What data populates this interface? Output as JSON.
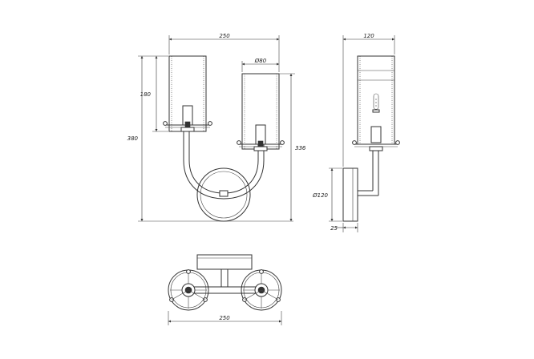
{
  "drawing": {
    "front_view": {
      "width_label": "250",
      "shade_dia_label": "Ø80",
      "shade_height_label": "180",
      "total_height_label": "380",
      "right_height_label": "336"
    },
    "side_view": {
      "depth_label": "120",
      "base_dia_label": "Ø120",
      "base_thickness_label": "25"
    },
    "top_view": {
      "width_label": "250"
    }
  }
}
